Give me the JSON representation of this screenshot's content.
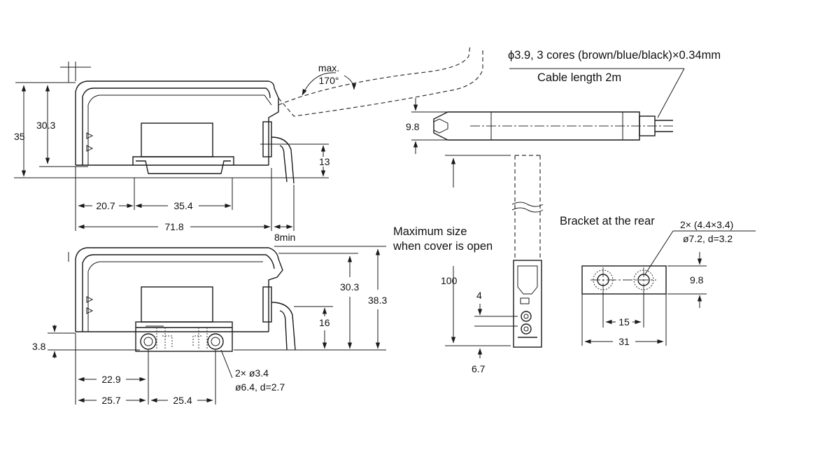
{
  "top_view": {
    "dimensions": {
      "height_total": "35",
      "height_body": "30.3",
      "rail_height": "13",
      "left_offset": "20.7",
      "rail_width": "35.4",
      "length": "71.8",
      "cable_clearance": "8min"
    },
    "cover_angle": {
      "line1": "max.",
      "line2": "170°"
    }
  },
  "bottom_view": {
    "dimensions": {
      "height_total": "38.3",
      "height_body": "30.3",
      "rail_height": "16",
      "hole_offset": "3.8",
      "hole1_offset": "22.9",
      "left_offset": "25.7",
      "hole_pitch": "25.4"
    },
    "hole_note": {
      "line1": "2× ø3.4",
      "line2": "ø6.4, d=2.7"
    }
  },
  "cable": {
    "spec": "ϕ3.9, 3 cores (brown/blue/black)×0.34mm",
    "length": "Cable length 2m",
    "diameter": "9.8"
  },
  "cover_open": {
    "label_line1": "Maximum size",
    "label_line2": "when cover is open",
    "height": "100",
    "top_gap": "4",
    "bottom_gap": "6.7"
  },
  "bracket": {
    "title": "Bracket at the rear",
    "hole_note_line1": "2× (4.4×3.4)",
    "hole_note_line2": "ø7.2, d=3.2",
    "height": "9.8",
    "hole_pitch": "15",
    "width": "31"
  }
}
